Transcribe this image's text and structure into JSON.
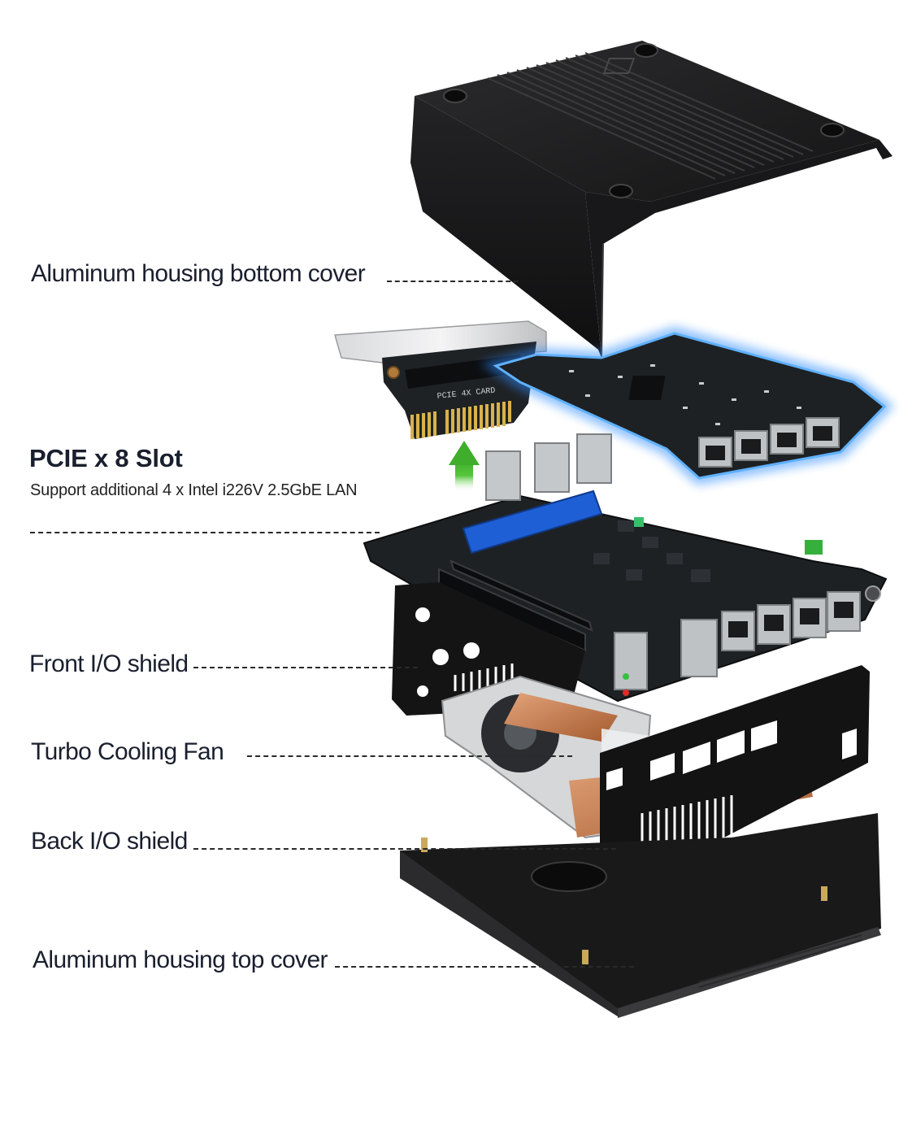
{
  "labels": {
    "bottom_cover": "Aluminum housing bottom cover",
    "pcie_title": "PCIE x 8 Slot",
    "pcie_sub": "Support additional 4 x Intel i226V 2.5GbE LAN",
    "front_io": "Front I/O shield",
    "fan": "Turbo Cooling Fan",
    "back_io": "Back I/O shield",
    "top_cover": "Aluminum housing top cover"
  },
  "card_silkscreen": "PCIE 4X CARD",
  "colors": {
    "housing": "#1c1c1e",
    "housing_edge": "#3a3a3c",
    "pcb": "#1e2124",
    "glow": "#2f8cff",
    "slot_blue": "#1f5fd6",
    "arrow_green": "#3fbf2f",
    "copper": "#c97a4a",
    "gold": "#d8b24a"
  },
  "icons": {
    "arrow": "arrow-up-icon"
  }
}
